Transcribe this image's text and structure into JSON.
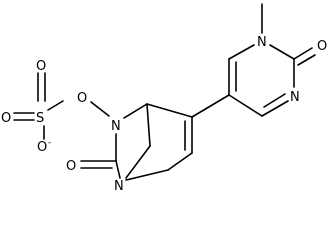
{
  "atoms": {
    "o_top": "O",
    "o_left": "O",
    "s": "S",
    "o_sulf_bridge": "O",
    "o_minus": "O",
    "minus_sign": "-",
    "n_bicyclic": "N",
    "n_bottom": "N",
    "o_carbonyl": "O",
    "n_pyrimidinone_top": "N",
    "o_pyrimidinone": "O",
    "n_pyrimidinone_right": "N"
  }
}
